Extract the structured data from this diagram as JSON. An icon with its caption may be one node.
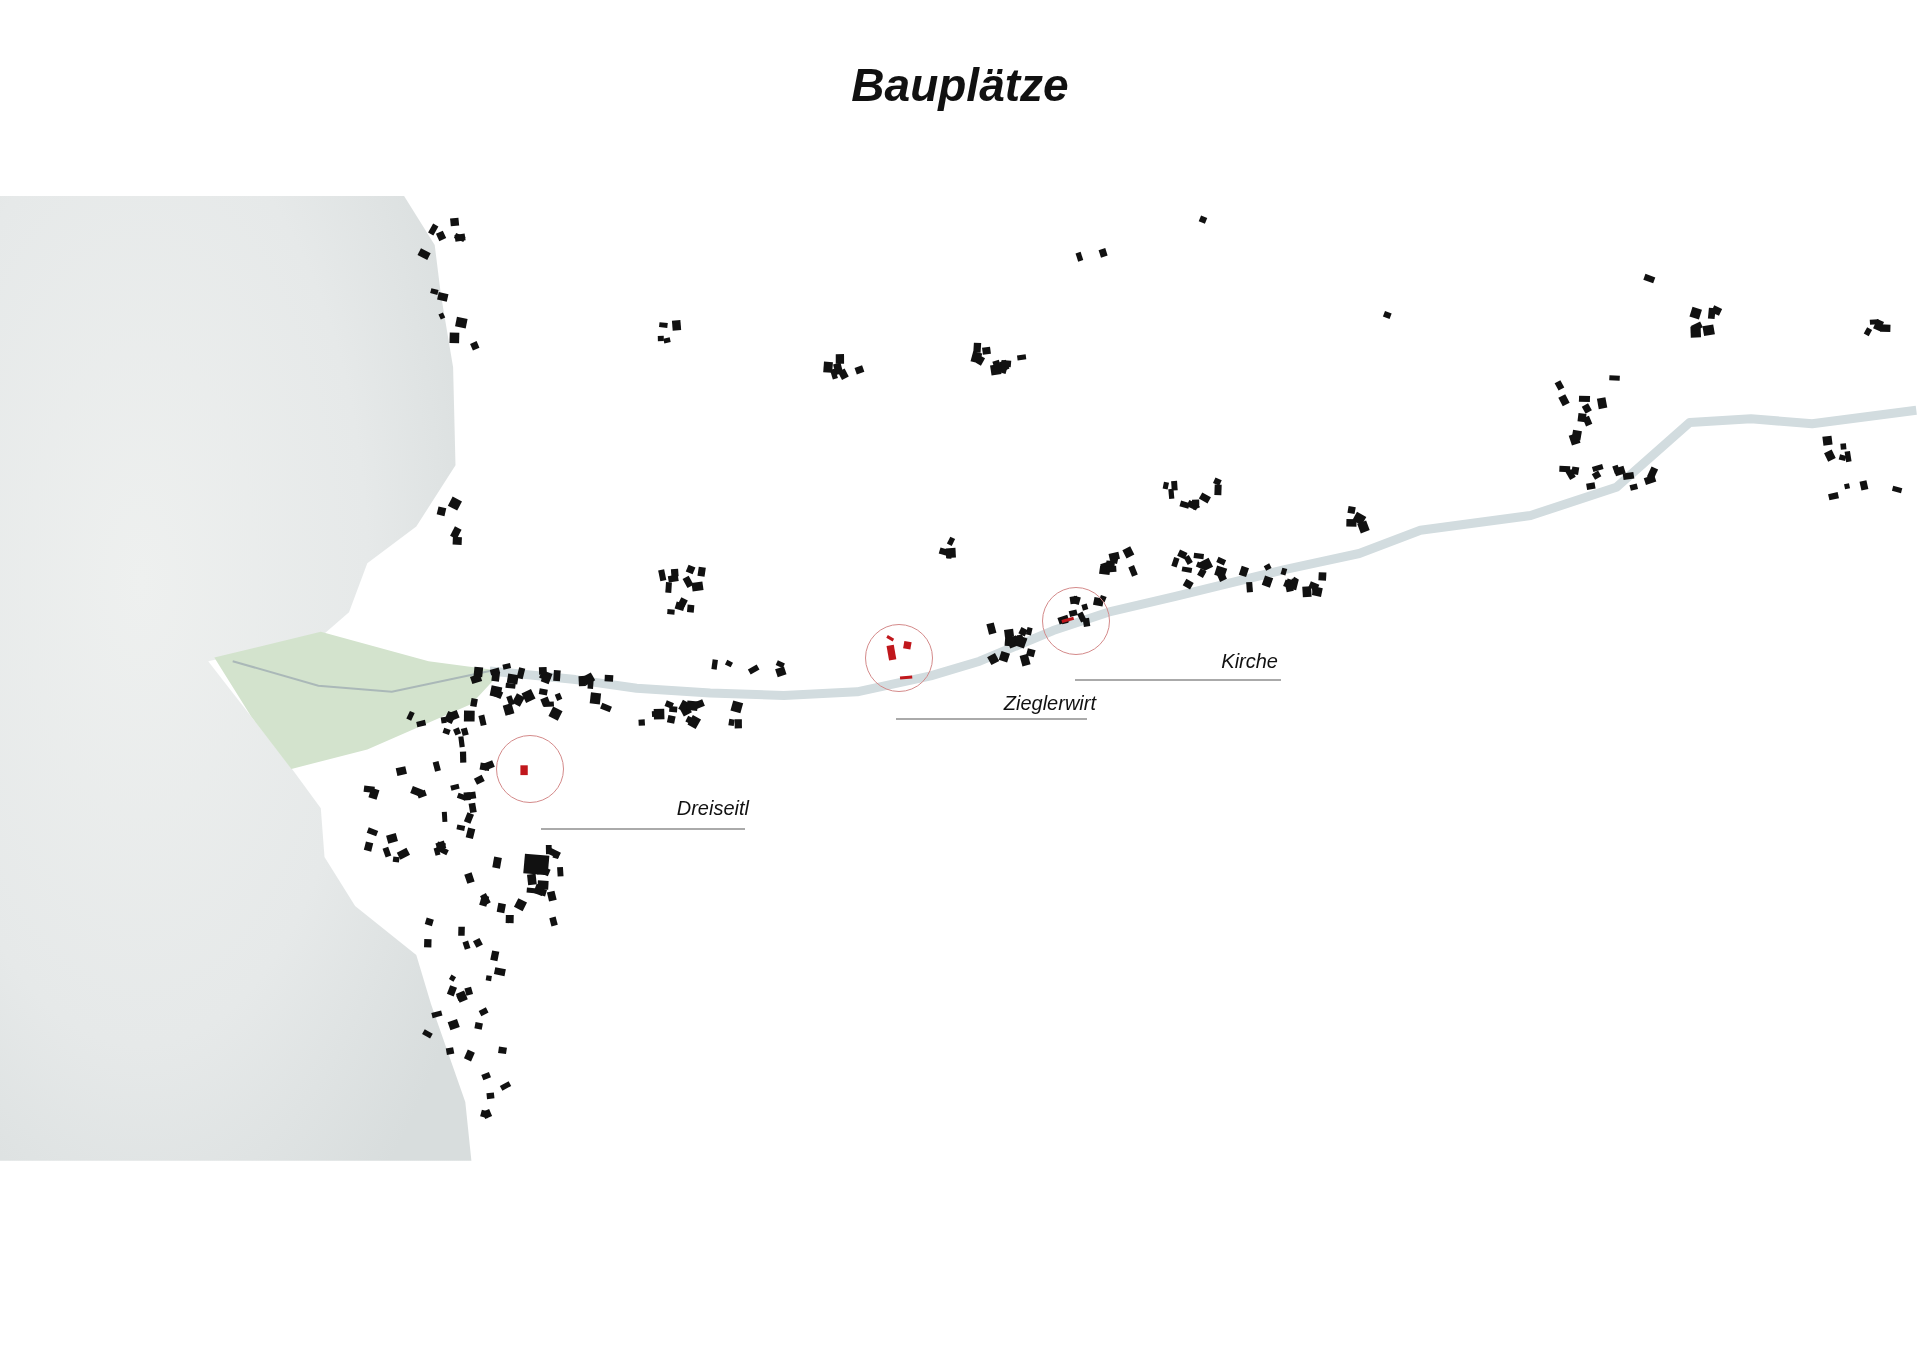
{
  "diagram": {
    "title": "Bauplätze",
    "nodes": [
      {
        "text": [],
        "shape": "circle"
      },
      {
        "text": [],
        "shape": "circle"
      },
      {
        "text": [],
        "shape": "circle"
      }
    ],
    "labels": [
      "Kirche",
      "Zieglerwirt",
      "Dreiseitl"
    ],
    "edges": []
  }
}
